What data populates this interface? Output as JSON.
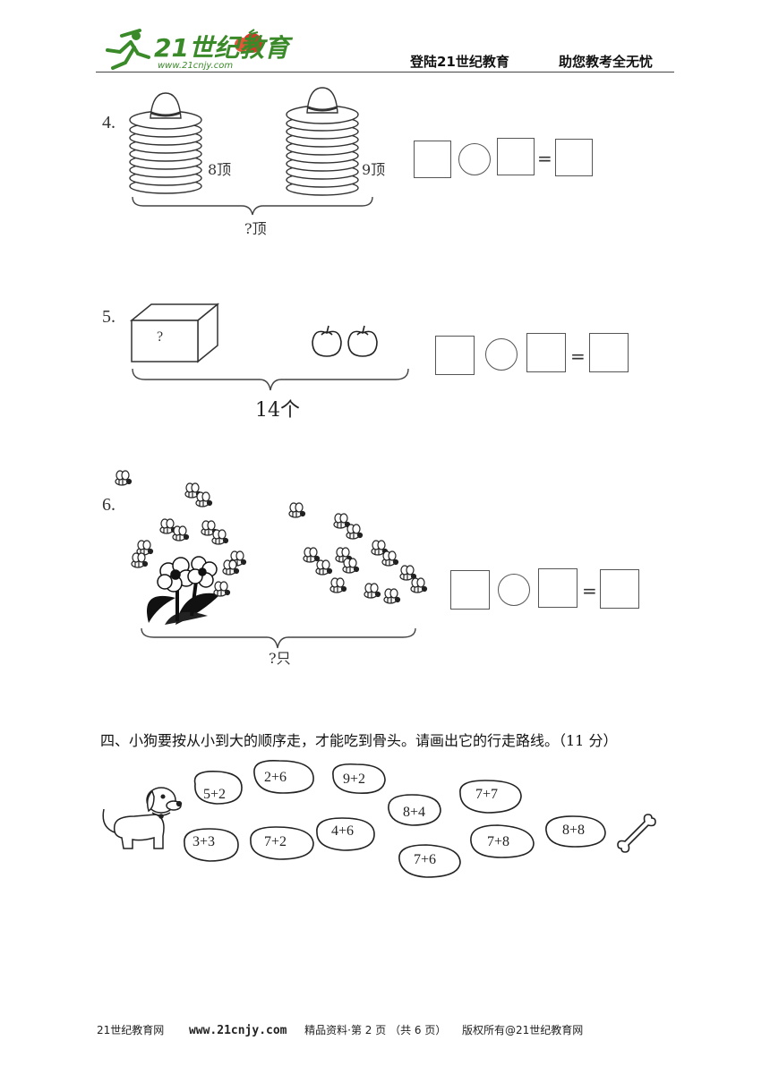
{
  "header": {
    "logo_text": "21世纪教育",
    "logo_url": "www.21cnjy.com",
    "slogan_left": "登陆21世纪教育",
    "slogan_right": "助您教考全无忧"
  },
  "q4": {
    "number": "4.",
    "left_count": "8顶",
    "right_count": "9顶",
    "total": "?顶"
  },
  "q5": {
    "number": "5.",
    "box_label": "?",
    "total": "14个"
  },
  "q6": {
    "number": "6.",
    "total": "?只"
  },
  "equation": {
    "equals": "="
  },
  "section4": {
    "title": "四、小狗要按从小到大的顺序走，才能吃到骨头。请画出它的行走路线。（11 分）"
  },
  "beans": [
    "5+2",
    "2+6",
    "9+2",
    "8+4",
    "7+7",
    "3+3",
    "7+2",
    "4+6",
    "7+6",
    "7+8",
    "8+8"
  ],
  "footer": {
    "site": "21世纪教育网",
    "url": "www.21cnjy.com",
    "page_info": "精品资料·第 2 页 （共 6 页）",
    "copyright": "版权所有@21世纪教育网"
  },
  "colors": {
    "logo_green": "#3a8a2a",
    "logo_red": "#d23a2a",
    "line": "#444444"
  }
}
